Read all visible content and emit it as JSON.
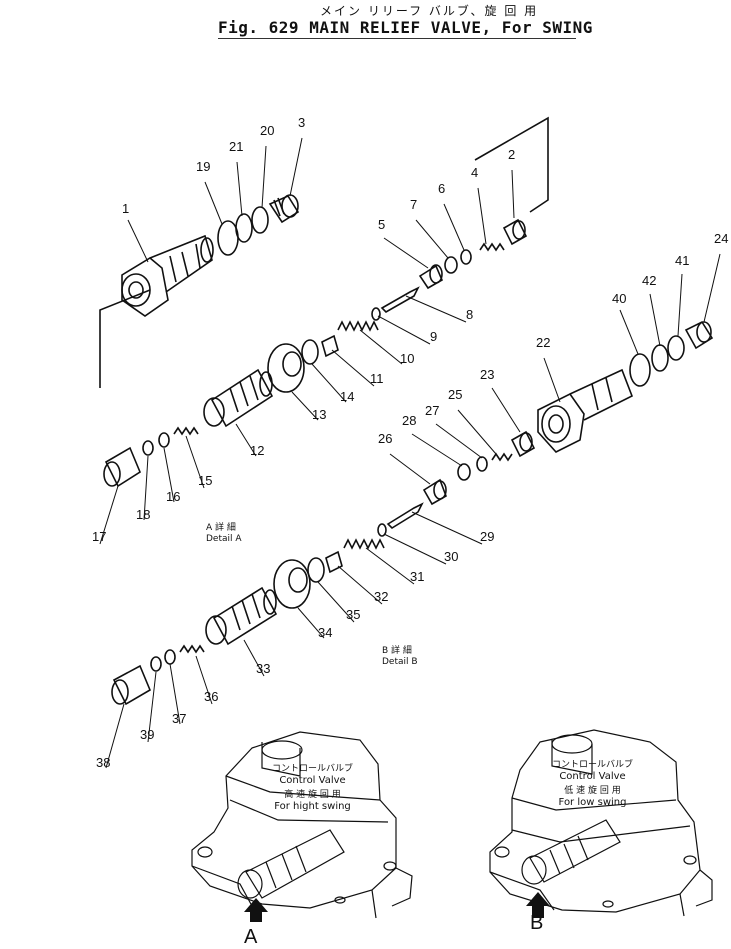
{
  "title": {
    "japanese": "メイン リリーフ バルブ、旋 回 用",
    "english": "Fig. 629 MAIN RELIEF VALVE, For SWING"
  },
  "part_numbers": [
    "1",
    "2",
    "3",
    "4",
    "5",
    "6",
    "7",
    "8",
    "9",
    "10",
    "11",
    "12",
    "13",
    "14",
    "15",
    "16",
    "17",
    "18",
    "19",
    "20",
    "21",
    "22",
    "23",
    "24",
    "25",
    "26",
    "27",
    "28",
    "29",
    "30",
    "31",
    "32",
    "33",
    "34",
    "35",
    "36",
    "37",
    "38",
    "39",
    "40",
    "41",
    "42"
  ],
  "details": {
    "a": {
      "jp": "A 詳 細",
      "en": "Detail A"
    },
    "b": {
      "jp": "B 詳 細",
      "en": "Detail B"
    }
  },
  "valve_left": {
    "jp": "コントロールバルブ",
    "en": "Control Valve",
    "jp2": "高 速 旋 回 用",
    "en2": "For hight swing"
  },
  "valve_right": {
    "jp": "コントロールバルブ",
    "en": "Control Valve",
    "jp2": "低 速 旋 回 用",
    "en2": "For low swing"
  },
  "arrows": {
    "a": "A",
    "b": "B"
  }
}
